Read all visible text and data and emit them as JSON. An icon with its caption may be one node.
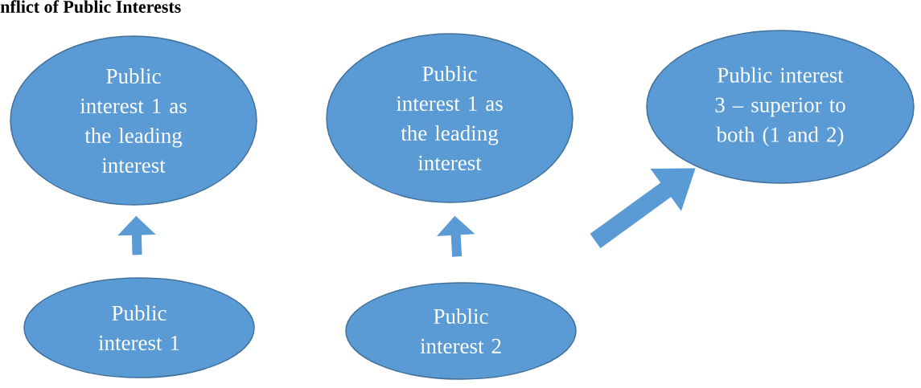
{
  "diagram": {
    "title": "nflict of Public Interests",
    "nodes": [
      {
        "text": [
          "Public interest 1 as the leading interest"
        ]
      },
      {
        "text": [
          "Public interest 1"
        ]
      },
      {
        "text": [
          "Public interest 1 as the leading interest"
        ]
      },
      {
        "text": [
          "Public interest 2"
        ]
      },
      {
        "text": [
          "Public interest 3 – superior to both (1 and 2)"
        ]
      }
    ],
    "edges": [
      {
        "from": 1,
        "to": 0,
        "arrow": "to"
      },
      {
        "from": 3,
        "to": 2,
        "arrow": "to"
      },
      {
        "from": null,
        "to": 4,
        "arrow": "to",
        "style": "thick"
      }
    ]
  }
}
